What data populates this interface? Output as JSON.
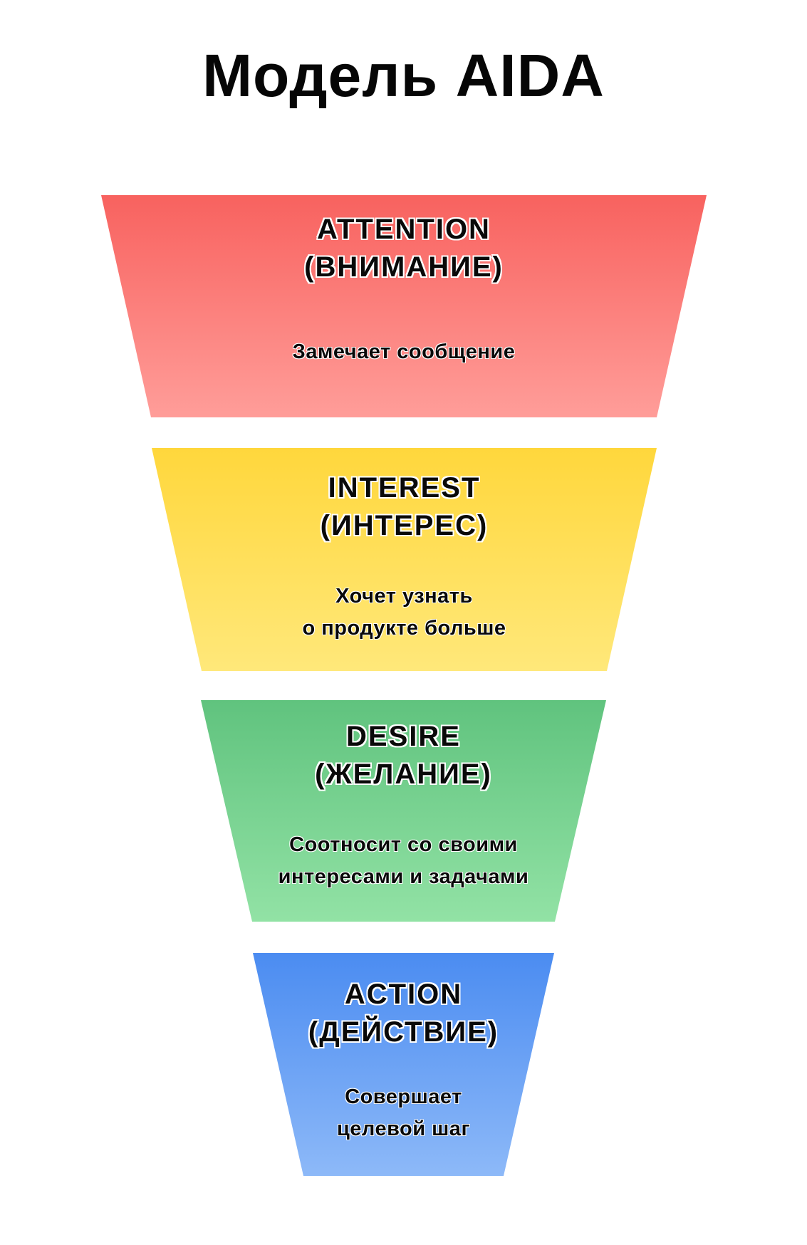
{
  "title": "Модель AIDA",
  "background_color": "#ffffff",
  "text_color": "#090909",
  "funnel": {
    "type": "funnel-diagram",
    "stages": [
      {
        "id": "attention",
        "heading_en": "ATTENTION",
        "heading_ru": "(ВНИМАНИЕ)",
        "description_lines": [
          "Замечает сообщение"
        ],
        "color_top": "#f8625f",
        "color_bottom": "#ff9d99"
      },
      {
        "id": "interest",
        "heading_en": "INTEREST",
        "heading_ru": "(ИНТЕРЕС)",
        "description_lines": [
          "Хочет узнать",
          "о продукте больше"
        ],
        "color_top": "#ffd73c",
        "color_bottom": "#ffe87a"
      },
      {
        "id": "desire",
        "heading_en": "DESIRE",
        "heading_ru": "(ЖЕЛАНИЕ)",
        "description_lines": [
          "Соотносит со своими",
          "интересами и задачами"
        ],
        "color_top": "#60c37e",
        "color_bottom": "#92e2a5"
      },
      {
        "id": "action",
        "heading_en": "ACTION",
        "heading_ru": "(ДЕЙСТВИЕ)",
        "description_lines": [
          "Совершает",
          "целевой шаг"
        ],
        "color_top": "#4b8cf1",
        "color_bottom": "#8db9f8"
      }
    ]
  }
}
